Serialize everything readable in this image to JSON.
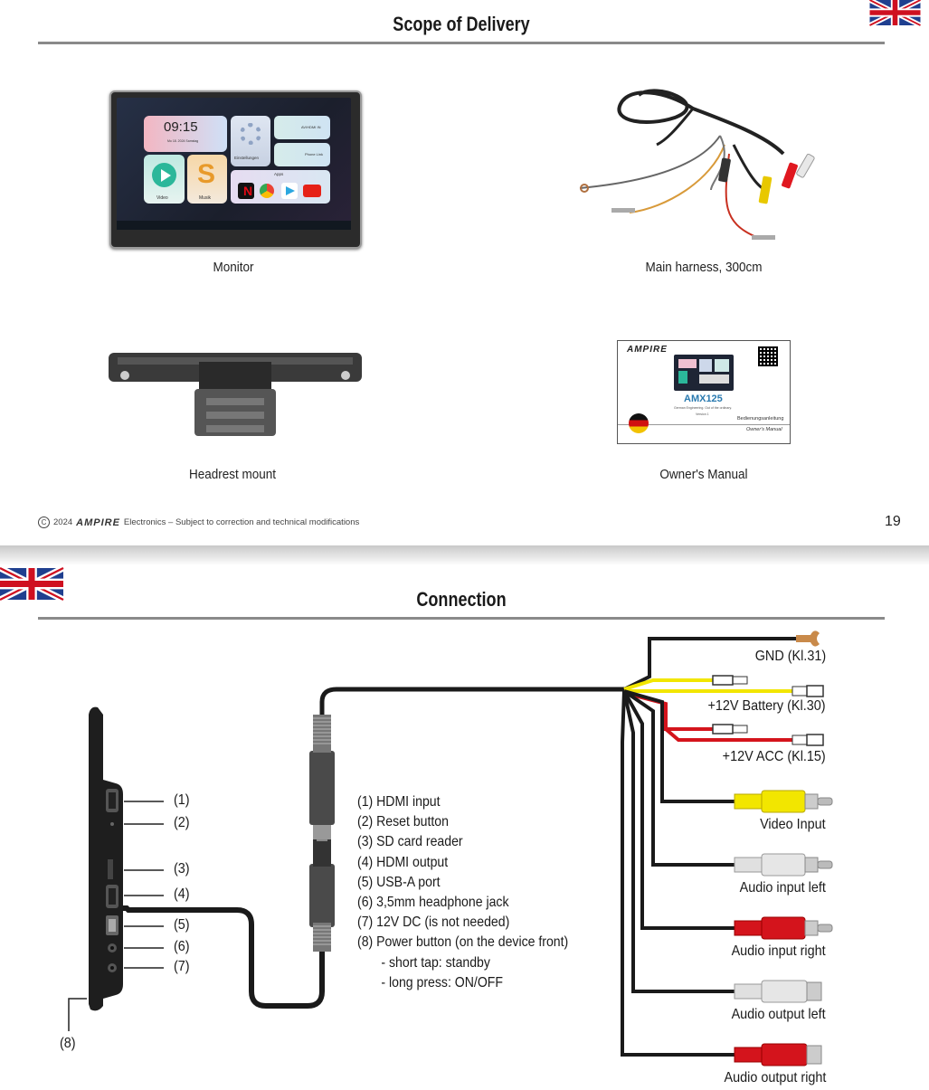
{
  "page_top": {
    "title": "Scope of Delivery",
    "items": [
      {
        "label": "Monitor"
      },
      {
        "label": "Main harness, 300cm"
      },
      {
        "label": "Headrest mount"
      },
      {
        "label": "Owner's Manual"
      }
    ],
    "monitor_screen": {
      "time": "09:15",
      "date": "Mo 18. 2024 Samstag",
      "tiles": [
        "AV/HDMI IN",
        "Einstellungen",
        "Phone Link",
        "Video",
        "Musik",
        "Apps"
      ]
    },
    "manual": {
      "brand": "AMPIRE",
      "model": "AMX125",
      "tagline": "German Engineering. Out of the ordinary.",
      "version": "Version 1",
      "title_de": "Bedienungsanleitung",
      "title_en": "Owner's Manual"
    },
    "footer": {
      "copyright": "2024",
      "brand": "AMPIRE",
      "text": "Electronics – Subject to correction and technical modifications"
    },
    "page_number": "19"
  },
  "page_bottom": {
    "title": "Connection",
    "port_labels": [
      "(1)",
      "(2)",
      "(3)",
      "(4)",
      "(5)",
      "(6)",
      "(7)",
      "(8)"
    ],
    "legend": [
      "(1) HDMI input",
      "(2) Reset button",
      "(3) SD card reader",
      "(4) HDMI output",
      "(5) USB-A port",
      "(6) 3,5mm headphone jack",
      "(7) 12V DC (is not needed)",
      "(8) Power button (on the device front)",
      "- short tap: standby",
      "- long press: ON/OFF"
    ],
    "connections": [
      {
        "label": "GND (Kl.31)"
      },
      {
        "label": "+12V Battery (Kl.30)"
      },
      {
        "label": "+12V ACC (Kl.15)"
      },
      {
        "label": "Video Input"
      },
      {
        "label": "Audio input left"
      },
      {
        "label": "Audio input right"
      },
      {
        "label": "Audio output left"
      },
      {
        "label": "Audio output right"
      }
    ]
  },
  "colors": {
    "wire_black": "#1a1a1a",
    "wire_yellow": "#f2e600",
    "wire_red": "#d4141c",
    "rca_white": "#d9d9d9",
    "rule_gray": "#8a8a8a",
    "flag_blue": "#1f3f8f",
    "flag_red": "#cf1020"
  }
}
